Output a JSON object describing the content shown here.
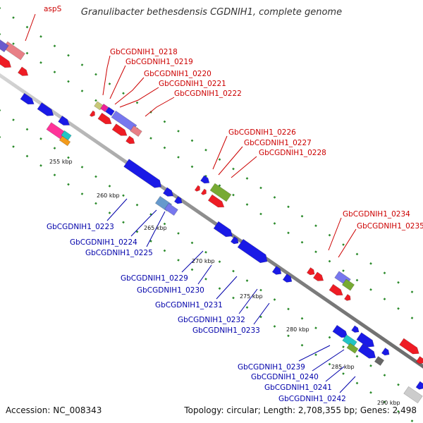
{
  "title": "Granulibacter bethesdensis CGDNIH1, complete genome",
  "footer": {
    "accession": "Accession: NC_008343",
    "topology": "Topology: circular; Length: 2,708,355 bp; Genes: 2,498"
  },
  "colors": {
    "forward_label": "#cc0000",
    "reverse_label": "#0000aa",
    "backbone": "#8a8a8a",
    "ruler_ticks": "#2a8a2a"
  },
  "kbp_markers": [
    "255 kbp",
    "260 kbp",
    "265 kbp",
    "270 kbp",
    "275 kbp",
    "280 kbp",
    "285 kbp",
    "290 kbp"
  ],
  "forward_labels": [
    "aspS",
    "GbCGDNIH1_0218",
    "GbCGDNIH1_0219",
    "GbCGDNIH1_0220",
    "GbCGDNIH1_0221",
    "GbCGDNIH1_0222",
    "GbCGDNIH1_0226",
    "GbCGDNIH1_0227",
    "GbCGDNIH1_0228",
    "GbCGDNIH1_0234",
    "GbCGDNIH1_0235"
  ],
  "reverse_labels": [
    "GbCGDNIH1_0223",
    "GbCGDNIH1_0224",
    "GbCGDNIH1_0225",
    "GbCGDNIH1_0229",
    "GbCGDNIH1_0230",
    "GbCGDNIH1_0231",
    "GbCGDNIH1_0232",
    "GbCGDNIH1_0233",
    "GbCGDNIH1_0239",
    "GbCGDNIH1_0240",
    "GbCGDNIH1_0241",
    "GbCGDNIH1_0242"
  ]
}
